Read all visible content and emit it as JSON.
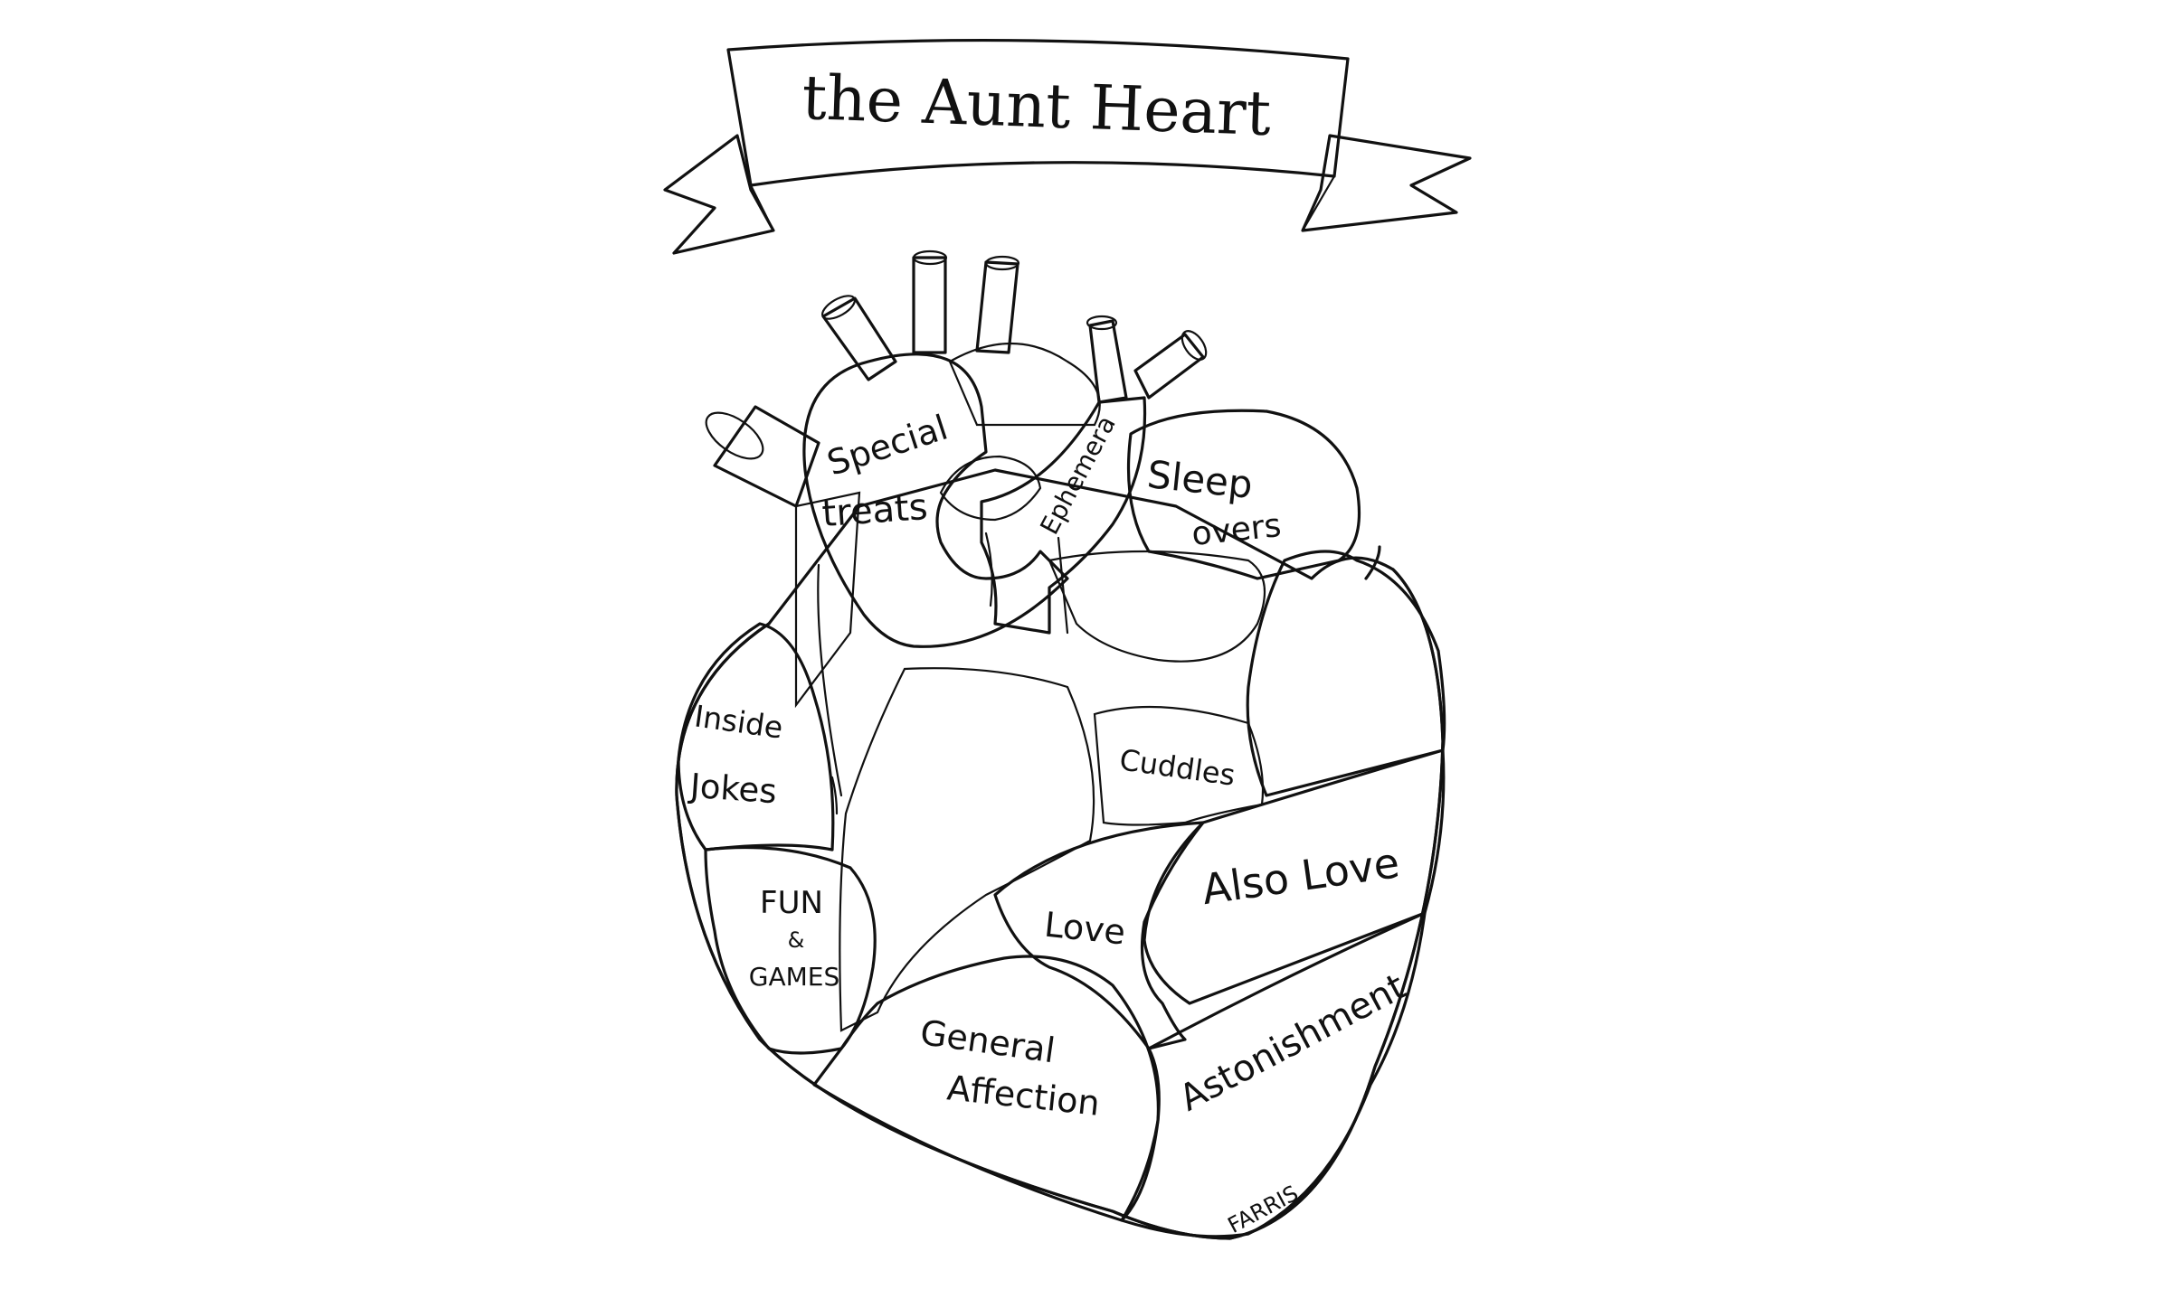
{
  "title": "the Aunt Heart",
  "signature": "FARRIS",
  "regions": [
    {
      "label": "Special",
      "color": "#f9e2b4"
    },
    {
      "label": "treats",
      "color": "#f9e2b4"
    },
    {
      "label": "Ephemera",
      "color": "#f8d8b0"
    },
    {
      "label": "Sleep",
      "color": "#f2b48c"
    },
    {
      "label": "overs",
      "color": "#f2b48c"
    },
    {
      "label": "Inside",
      "color": "#f3f37c"
    },
    {
      "label": "Jokes",
      "color": "#f3f37c"
    },
    {
      "label": "Cuddles",
      "color": "#edbca4"
    },
    {
      "label": "FUN",
      "color": "#d8ece3"
    },
    {
      "label": "&",
      "color": "#d8ece3"
    },
    {
      "label": "GAMES",
      "color": "#d8ece3"
    },
    {
      "label": "Love",
      "color": "#f5f37e"
    },
    {
      "label": "Also Love",
      "color": "#f2c75a"
    },
    {
      "label": "General",
      "color": "#cfe0f8"
    },
    {
      "label": "Affection",
      "color": "#cfe0f8"
    },
    {
      "label": "Astonishment",
      "color": "#f9e3b4"
    }
  ],
  "colors": {
    "banner": "#f9e3b4",
    "vessels": "#f3d2c4",
    "pink_chamber": "#eab6a6",
    "lavender": "#e3e5f8",
    "right_lobe": "#f4dcd2",
    "ink": "#111111"
  }
}
